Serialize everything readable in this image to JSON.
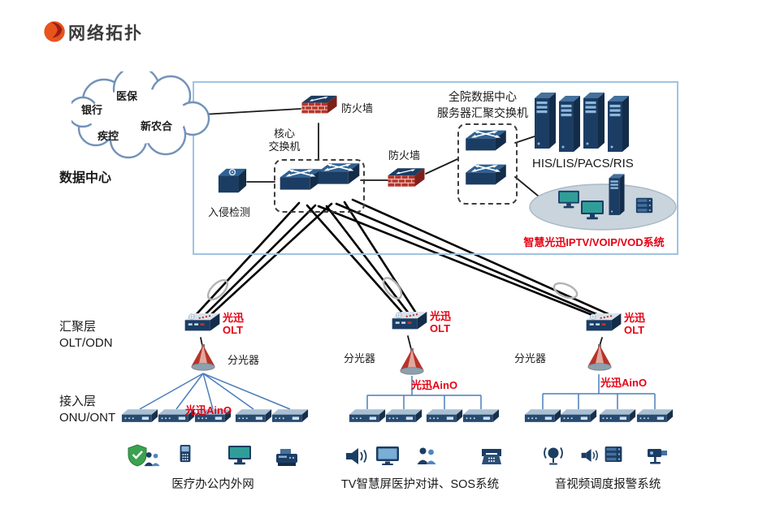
{
  "title": "网络拓扑",
  "cloud": {
    "items": [
      "银行",
      "医保",
      "疾控",
      "新农合"
    ]
  },
  "sidebar": {
    "datacenter": "数据中心",
    "agg": "汇聚层",
    "agg_sub": "OLT/ODN",
    "access": "接入层",
    "access_sub": "ONU/ONT"
  },
  "dc": {
    "firewall_top": "防火墙",
    "core1": "核心",
    "core2": "交换机",
    "intrusion": "入侵检测",
    "firewall_mid": "防火墙",
    "agg_title1": "全院数据中心",
    "agg_title2": "服务器汇聚交换机",
    "servers": "HIS/LIS/PACS/RIS",
    "iptv": "智慧光迅IPTV/VOIP/VOD系统"
  },
  "olt": {
    "l1": "光迅",
    "l2": "OLT"
  },
  "splitter": "分光器",
  "aino": "光迅AinO",
  "groups": [
    {
      "label": "医疗办公内外网"
    },
    {
      "label": "TV智慧屏医护对讲、SOS系统"
    },
    {
      "label": "音视频调度报警系统"
    }
  ],
  "colors": {
    "red": "#e60012",
    "navy": "#1c3d63",
    "box_border": "#9fc3e3",
    "access_line": "#4a7ebb"
  }
}
